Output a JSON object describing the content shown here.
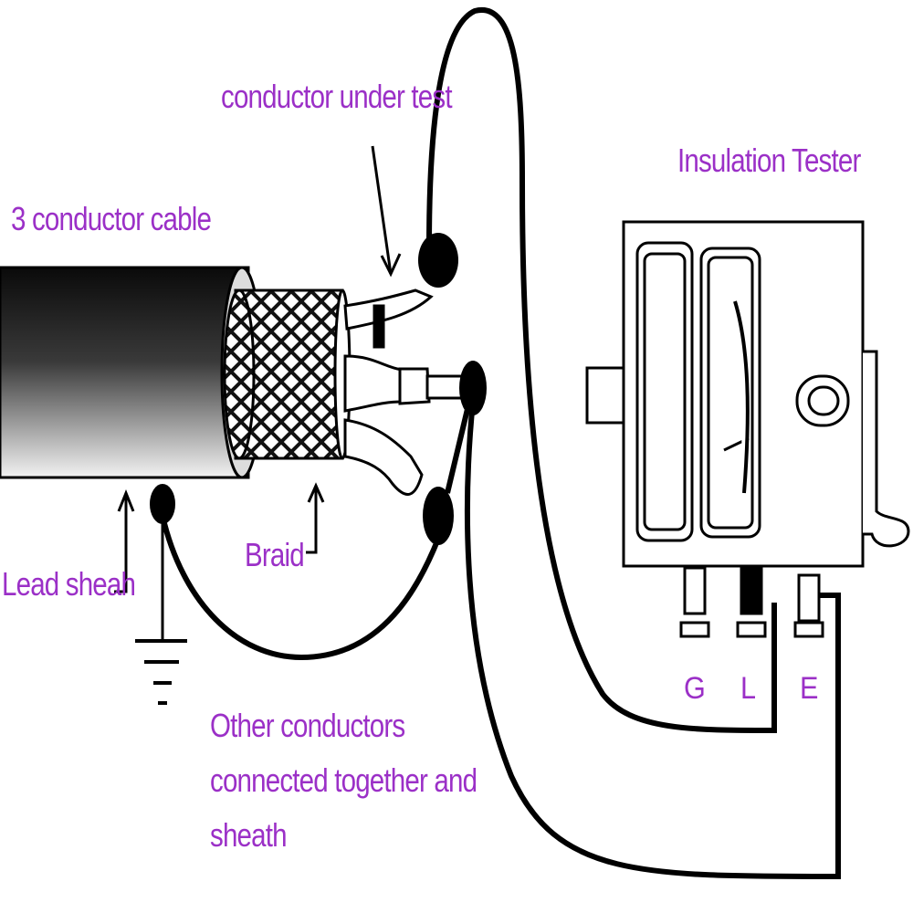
{
  "labels": {
    "conductor_under_test": "conductor under test",
    "three_conductor_cable": "3 conductor cable",
    "insulation_tester": "Insulation Tester",
    "lead_sheath": "Lead sheah",
    "braid": "Braid",
    "other_conductors": [
      "Other conductors",
      "connected together and",
      "sheath"
    ]
  },
  "terminals": {
    "g": "G",
    "l": "L",
    "e": "E"
  },
  "colors": {
    "label": "#9b30c7",
    "line": "#000000"
  }
}
